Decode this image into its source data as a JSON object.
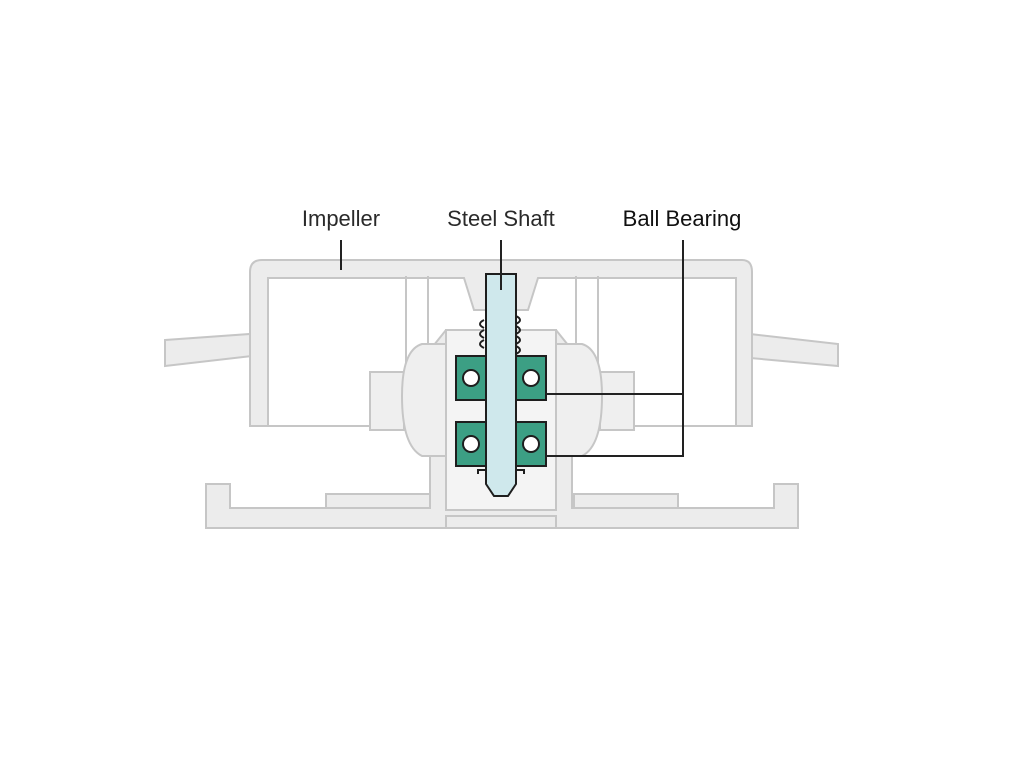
{
  "labels": {
    "impeller": "Impeller",
    "steel_shaft": "Steel Shaft",
    "ball_bearing": "Ball Bearing"
  },
  "colors": {
    "housing_fill": "#e8e8e8",
    "housing_stroke": "#c8c8c8",
    "shaft_fill": "#cfe8ec",
    "bearing_fill": "#3c9f84",
    "outline": "#1e1e1e",
    "leader": "#222222"
  }
}
